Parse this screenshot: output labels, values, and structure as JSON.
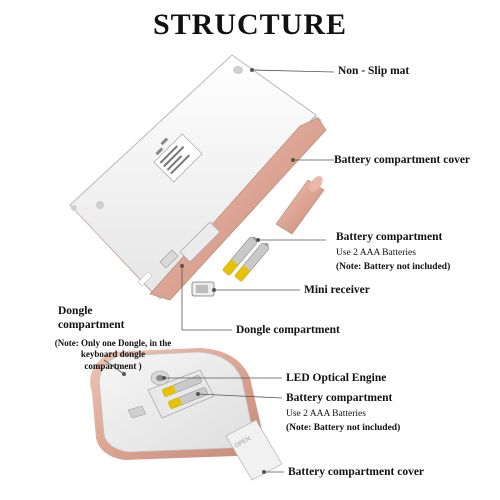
{
  "title": "STRUCTURE",
  "labels": {
    "non_slip_mat": "Non - Slip mat",
    "battery_cover_keyboard": "Battery compartment cover",
    "battery_compartment_keyboard": "Battery compartment",
    "keyboard_battery_spec": "Use 2 AAA Batteries",
    "keyboard_battery_note": "(Note: Battery not included)",
    "mini_receiver": "Mini receiver",
    "dongle_compartment_keyboard": "Dongle compartment",
    "dongle_compartment_mouse_title_line1": "Dongle",
    "dongle_compartment_mouse_title_line2": "compartment",
    "dongle_compartment_mouse_note": "(Note: Only one Dongle, in the keyboard dongle compartment )",
    "led_optical_engine": "LED Optical Engine",
    "battery_compartment_mouse": "Battery compartment",
    "mouse_battery_spec": "Use 2 AAA Batteries",
    "mouse_battery_note": "(Note: Battery not included)",
    "battery_cover_mouse": "Battery compartment cover"
  },
  "colors": {
    "rose_gold": "#e2b1a2",
    "rose_gold_dark": "#c98d7b",
    "keyboard_white": "#f4f4f4",
    "leader_line": "#555555"
  }
}
